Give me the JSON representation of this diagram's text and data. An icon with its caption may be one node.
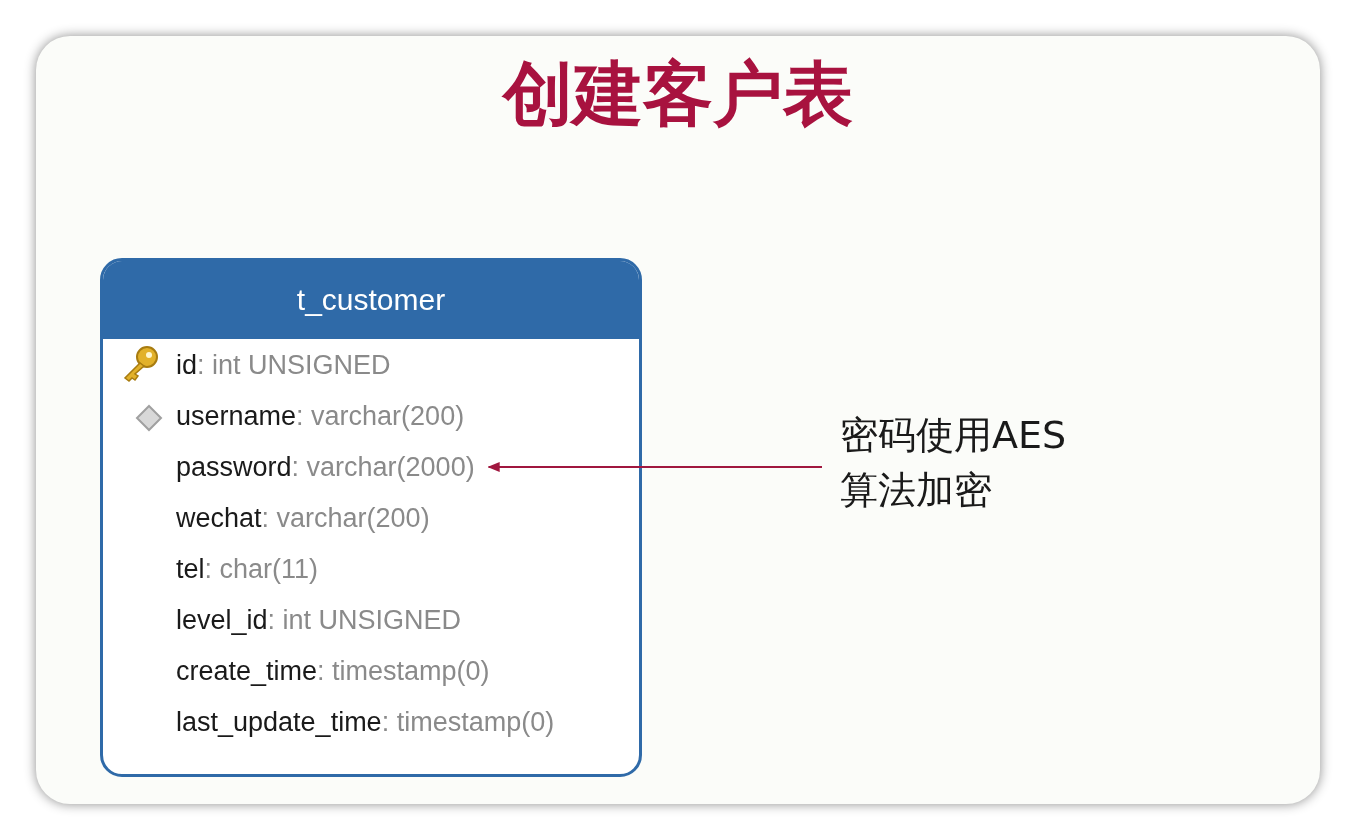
{
  "diagram": {
    "title": "创建客户表",
    "nodes": [
      {
        "text": [
          "t_customer"
        ]
      },
      {
        "text": [
          "id: int UNSIGNED"
        ],
        "in": 0
      },
      {
        "text": [
          "username: varchar(200)"
        ],
        "in": 0
      },
      {
        "text": [
          "password: varchar(2000)"
        ],
        "in": 0
      },
      {
        "text": [
          "wechat: varchar(200)"
        ],
        "in": 0
      },
      {
        "text": [
          "tel: char(11)"
        ],
        "in": 0
      },
      {
        "text": [
          "level_id: int UNSIGNED"
        ],
        "in": 0
      },
      {
        "text": [
          "create_time: timestamp(0)"
        ],
        "in": 0
      },
      {
        "text": [
          "last_update_time: timestamp(0)"
        ],
        "in": 0
      },
      {
        "text": [
          "密码使用AES算法加密"
        ]
      }
    ],
    "edges": [
      {
        "from": 9,
        "to": 3,
        "arrow": "to",
        "color": "#a0173f"
      }
    ]
  }
}
